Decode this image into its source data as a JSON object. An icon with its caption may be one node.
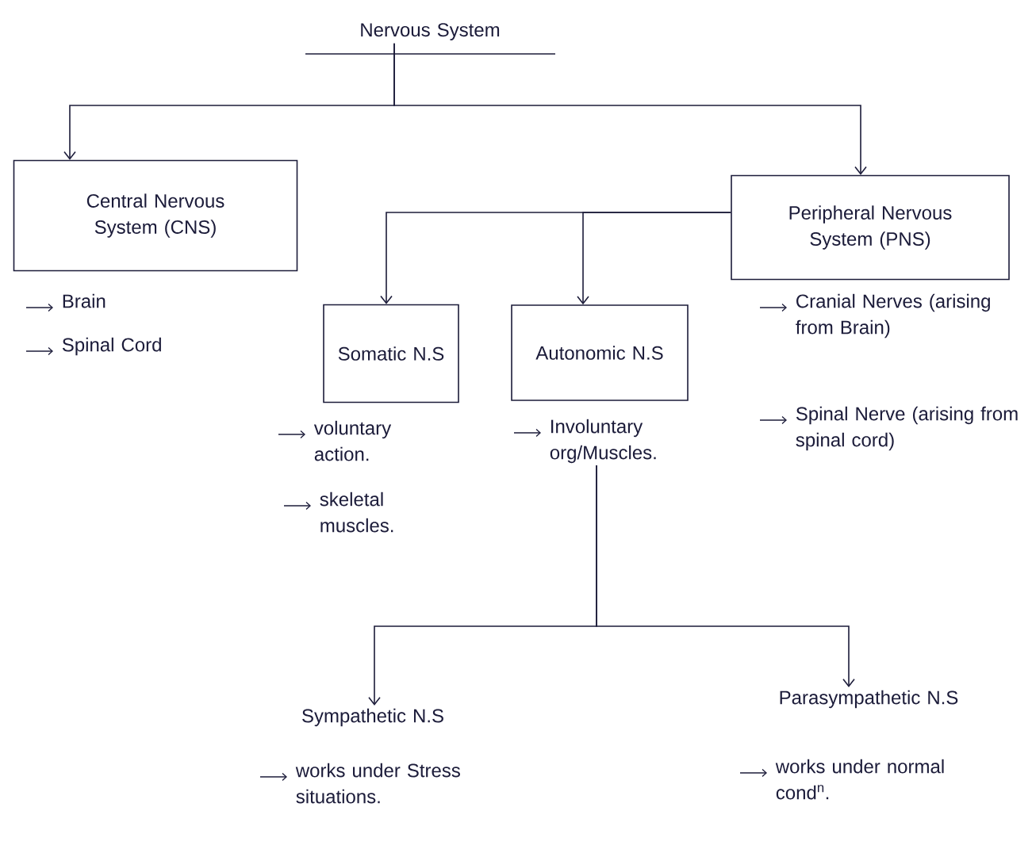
{
  "diagram": {
    "nodes": [
      {
        "text": [
          "Nervous System"
        ]
      },
      {
        "text": [
          "Central Nervous System (CNS)"
        ],
        "beside": [
          "Brain",
          "Spinal Cord"
        ]
      },
      {
        "text": [
          "Peripheral Nervous System (PNS)"
        ],
        "beside": [
          "Cranial Nerves (arising from Brain)",
          "Spinal Nerve (arising from spinal cord)"
        ]
      },
      {
        "text": [
          "Somatic N.S"
        ],
        "beside": [
          "voluntary action.",
          "skeletal muscles."
        ]
      },
      {
        "text": [
          "Autonomic N.S"
        ],
        "beside": [
          "Involuntary org/Muscles."
        ]
      },
      {
        "text": [
          "Sympathetic N.S"
        ],
        "beside": [
          "works under Stress situations."
        ]
      },
      {
        "text": [
          "Parasympathetic N.S"
        ],
        "beside": [
          "works under normal cond$^{n}$."
        ]
      }
    ],
    "edges": [
      {
        "from": 0,
        "to": 1,
        "arrow": "to"
      },
      {
        "from": 0,
        "to": 2,
        "arrow": "to"
      },
      {
        "from": 2,
        "to": 3,
        "arrow": "to"
      },
      {
        "from": 2,
        "to": 4,
        "arrow": "to"
      },
      {
        "from": 4,
        "to": 5,
        "arrow": "to"
      },
      {
        "from": 4,
        "to": 6,
        "arrow": "to"
      }
    ]
  }
}
